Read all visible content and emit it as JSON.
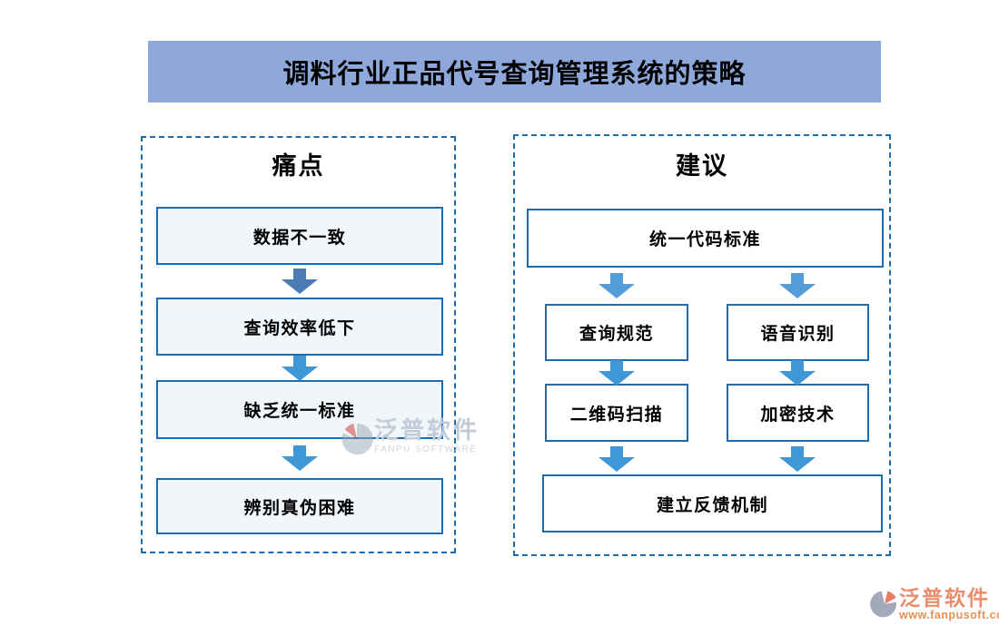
{
  "title": "调料行业正品代号查询管理系统的策略",
  "panels": {
    "pain": {
      "header": "痛点",
      "items": [
        "数据不一致",
        "查询效率低下",
        "缺乏统一标准",
        "辨别真伪困难"
      ]
    },
    "suggest": {
      "header": "建议",
      "top_item": "统一代码标准",
      "left_column": [
        "查询规范",
        "二维码扫描"
      ],
      "right_column": [
        "语音识别",
        "加密技术"
      ],
      "bottom_item": "建立反馈机制"
    }
  },
  "watermark_center": {
    "brand": "泛普软件",
    "sub": "FANPU SOFTWARE"
  },
  "watermark_corner": {
    "brand": "泛普软件",
    "sub": "www.fanpusoft.com"
  },
  "colors": {
    "title_bg": "#8fa8dc",
    "panel_dashed_border": "#1c6bb0",
    "box_border": "#1c6bb0",
    "pain_box_bg": "#f1f6fa",
    "suggest_box_bg": "#ffffff",
    "arrow_muted": "#4c7bb3",
    "arrow_bright": "#3f97d5",
    "arrow_soft": "#559dd8",
    "watermark_gray": "#c2ccd8",
    "watermark_orange": "#e78f55"
  }
}
